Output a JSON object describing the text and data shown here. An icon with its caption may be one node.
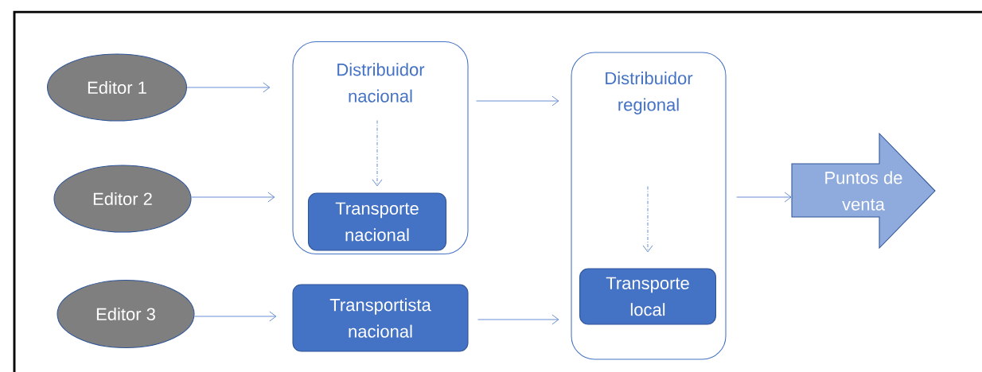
{
  "diagram": {
    "nodes": [
      {
        "text": [
          "Editor 1"
        ]
      },
      {
        "text": [
          "Editor 2"
        ]
      },
      {
        "text": [
          "Editor 3"
        ]
      },
      {
        "text": [
          "Distribuidor nacional"
        ]
      },
      {
        "text": [
          "Transporte nacional"
        ],
        "in": 3
      },
      {
        "text": [
          "Transportista nacional"
        ]
      },
      {
        "text": [
          "Distribuidor regional"
        ]
      },
      {
        "text": [
          "Transporte local"
        ],
        "in": 6
      },
      {
        "text": [
          "Puntos de venta"
        ]
      }
    ],
    "edges": [
      {
        "from": 0,
        "to": 3,
        "arrow": "to"
      },
      {
        "from": 1,
        "to": 3,
        "arrow": "to"
      },
      {
        "from": 2,
        "to": 5,
        "arrow": "to"
      },
      {
        "from": null,
        "to": 4,
        "arrow": "to",
        "style": "dashed"
      },
      {
        "from": 3,
        "to": 6,
        "arrow": "to"
      },
      {
        "from": 5,
        "to": 6,
        "arrow": "to"
      },
      {
        "from": null,
        "to": 7,
        "arrow": "to",
        "style": "dashed"
      },
      {
        "from": 6,
        "to": 8,
        "arrow": "to"
      }
    ]
  }
}
